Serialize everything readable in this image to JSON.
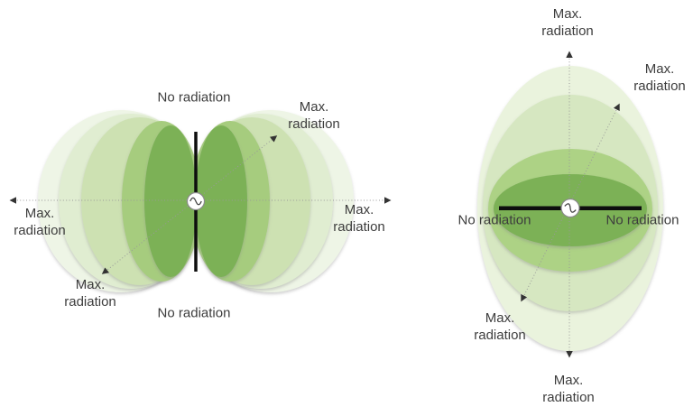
{
  "colors": {
    "lobe_dark": "#7bb156",
    "lobe_medium": "#a6cc7e",
    "lobe_medium_light": "#cde1b2",
    "lobe_light": "#e0edd1",
    "lobe_palest": "#eef5e6",
    "r_lobe_dark": "#7bb156",
    "r_lobe_medium": "#add285",
    "r_lobe_light": "#d6e7c1",
    "r_lobe_palest": "#eaf3dd",
    "text": "#3d3d3d",
    "dotted_line": "#999999",
    "arrow": "#333333",
    "antenna": "#0e0e0e",
    "source_fill": "#ffffff",
    "source_stroke": "#8a8a8a",
    "source_wave": "#444444"
  },
  "left_diagram": {
    "label_top": "No radiation",
    "label_bottom": "No radiation",
    "label_left": {
      "l1": "Max.",
      "l2": "radiation"
    },
    "label_right": {
      "l1": "Max.",
      "l2": "radiation"
    },
    "label_diag_upper_right": {
      "l1": "Max.",
      "l2": "radiation"
    },
    "label_diag_lower_left": {
      "l1": "Max.",
      "l2": "radiation"
    }
  },
  "right_diagram": {
    "label_top": {
      "l1": "Max.",
      "l2": "radiation"
    },
    "label_bottom": {
      "l1": "Max.",
      "l2": "radiation"
    },
    "label_diag_upper_right": {
      "l1": "Max.",
      "l2": "radiation"
    },
    "label_diag_lower_left": {
      "l1": "Max.",
      "l2": "radiation"
    },
    "label_left": "No radiation",
    "label_right": "No radiation"
  }
}
